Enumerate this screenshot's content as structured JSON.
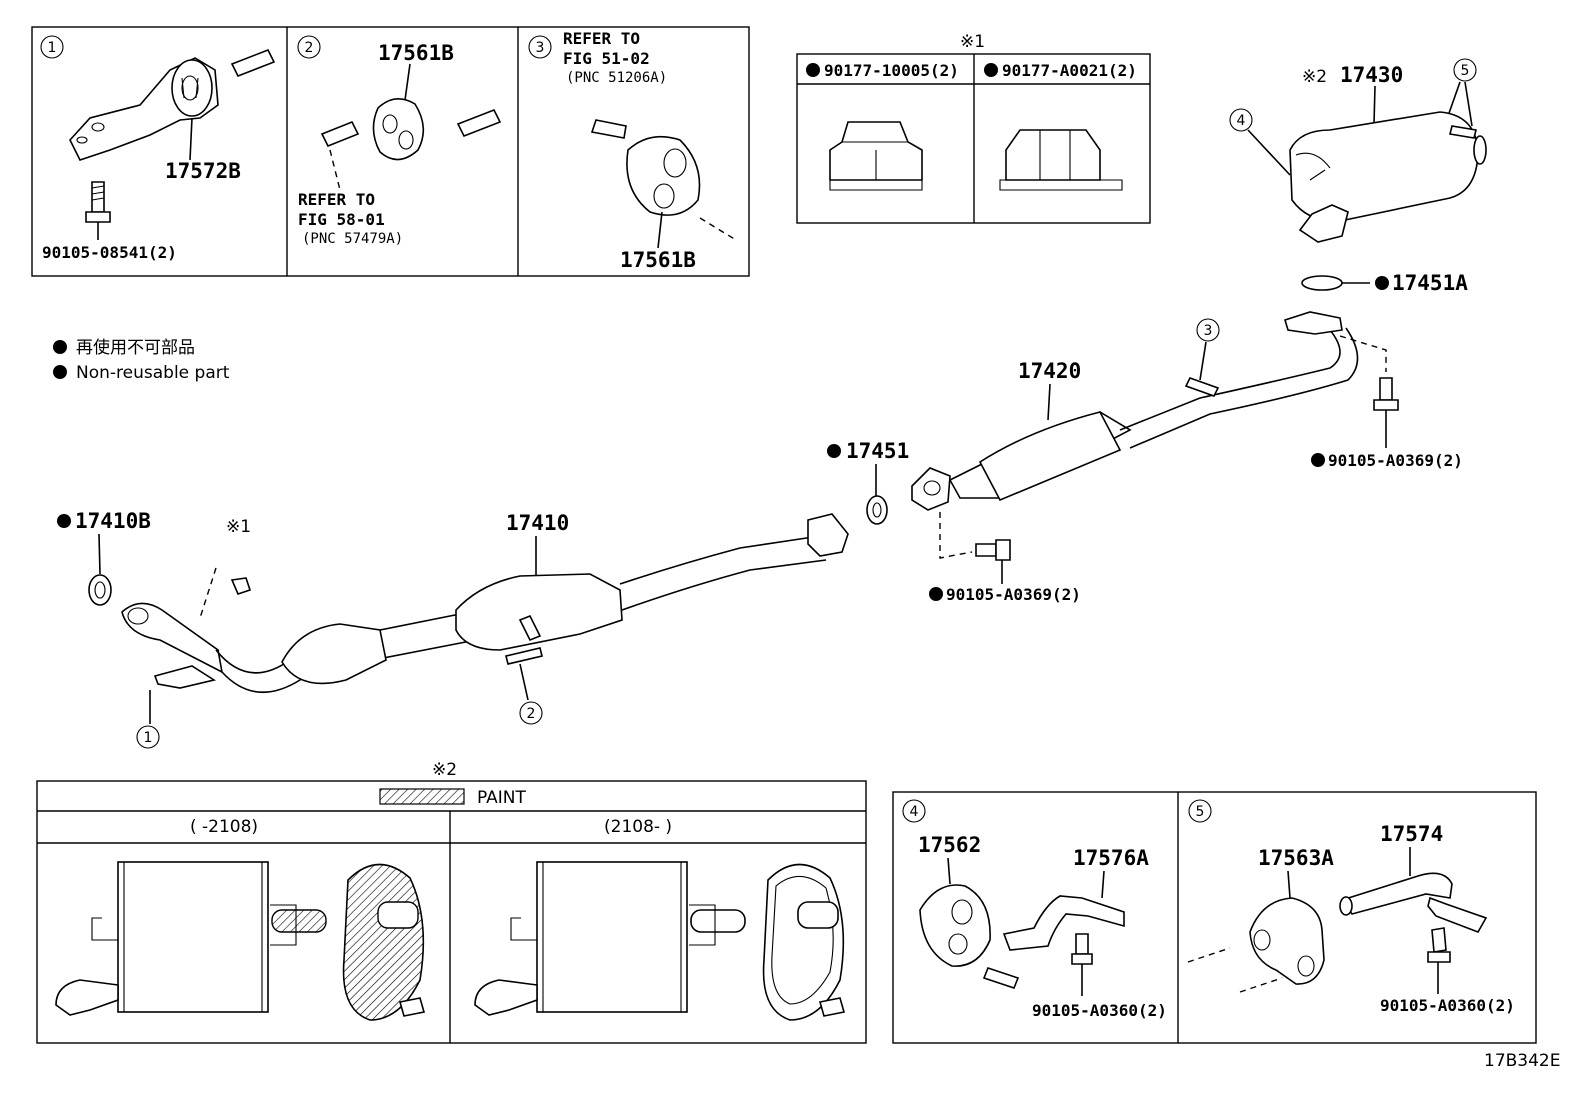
{
  "diagram_code": "17B342E",
  "legend": {
    "jp": "再使用不可部品",
    "en": "Non-reusable part"
  },
  "inset_1": {
    "num": "1",
    "bracket": "17572B",
    "bolt": "90105-08541(2)"
  },
  "inset_2": {
    "num": "2",
    "hanger": "17561B",
    "ref_line1": "REFER TO",
    "ref_line2": "FIG 58-01",
    "ref_pnc": "(PNC 57479A)"
  },
  "inset_3": {
    "num": "3",
    "ref_line1": "REFER TO",
    "ref_line2": "FIG 51-02",
    "ref_pnc": "(PNC 51206A)",
    "hanger": "17561B"
  },
  "nuts_box": {
    "mark": "※1",
    "left": "90177-10005(2)",
    "right": "90177-A0021(2)"
  },
  "muffler": {
    "mark": "※2",
    "part": "17430",
    "callout_4": "4",
    "callout_5": "5",
    "gasket": "17451A"
  },
  "center_pipe": {
    "part": "17420",
    "callout_3": "3",
    "bolt_rear": "90105-A0369(2)",
    "bolt_front": "90105-A0369(2)",
    "gasket": "17451"
  },
  "front_pipe": {
    "part": "17410",
    "gasket": "17410B",
    "nut_mark": "※1",
    "callout_1": "1",
    "callout_2": "2"
  },
  "paint_box": {
    "mark": "※2",
    "legend": "PAINT",
    "col1_header": "(      -2108)",
    "col2_header": "(2108-      )"
  },
  "inset_4": {
    "num": "4",
    "insulator": "17562",
    "bracket": "17576A",
    "bolt": "90105-A0360(2)"
  },
  "inset_5": {
    "num": "5",
    "insulator": "17563A",
    "bracket": "17574",
    "bolt": "90105-A0360(2)"
  }
}
